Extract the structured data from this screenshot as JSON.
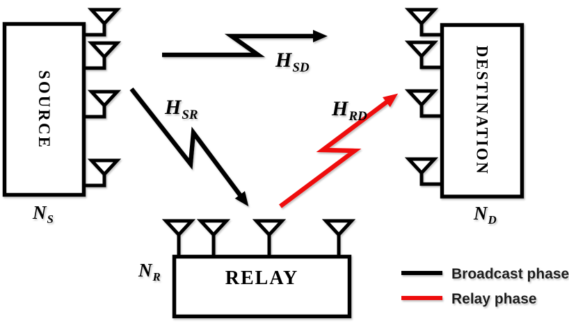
{
  "nodes": {
    "source": {
      "label": "SOURCE",
      "antenna_count": 4,
      "count_label": {
        "main": "N",
        "sub": "S"
      }
    },
    "relay": {
      "label": "RELAY",
      "antenna_count": 4,
      "count_label": {
        "main": "N",
        "sub": "R"
      }
    },
    "destination": {
      "label": "DESTINATION",
      "antenna_count": 4,
      "count_label": {
        "main": "N",
        "sub": "D"
      }
    }
  },
  "channels": {
    "sd": {
      "main": "H",
      "sub": "SD",
      "color": "#000000",
      "phase": "broadcast"
    },
    "sr": {
      "main": "H",
      "sub": "SR",
      "color": "#000000",
      "phase": "broadcast"
    },
    "rd": {
      "main": "H",
      "sub": "RD",
      "color": "#ee0e0e",
      "phase": "relay"
    }
  },
  "legend": {
    "items": [
      {
        "label": "Broadcast phase",
        "color": "#000000"
      },
      {
        "label": "Relay phase",
        "color": "#ee0e0e"
      }
    ]
  },
  "colors": {
    "background": "#ffffff",
    "line": "#000000",
    "accent_red": "#ee0e0e"
  }
}
